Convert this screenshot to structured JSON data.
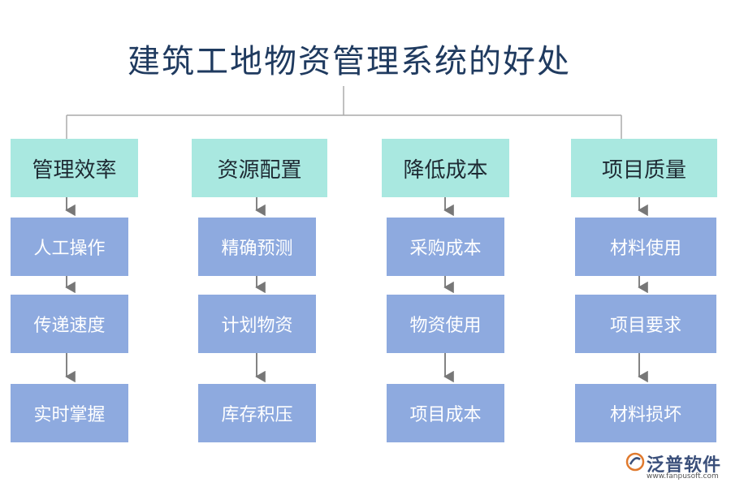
{
  "title": "建筑工地物资管理系统的好处",
  "columns": [
    {
      "head": "管理效率",
      "items": [
        "人工操作",
        "传递速度",
        "实时掌握"
      ]
    },
    {
      "head": "资源配置",
      "items": [
        "精确预测",
        "计划物资",
        "库存积压"
      ]
    },
    {
      "head": "降低成本",
      "items": [
        "采购成本",
        "物资使用",
        "项目成本"
      ]
    },
    {
      "head": "项目质量",
      "items": [
        "材料使用",
        "项目要求",
        "材料损坏"
      ]
    }
  ],
  "logo": {
    "brand": "泛普软件",
    "url": "www.fanpusoft.com"
  },
  "colors": {
    "head_bg": "#a9e8e0",
    "item_bg": "#8eaadf",
    "line": "#999999",
    "arrow": "#777777"
  }
}
